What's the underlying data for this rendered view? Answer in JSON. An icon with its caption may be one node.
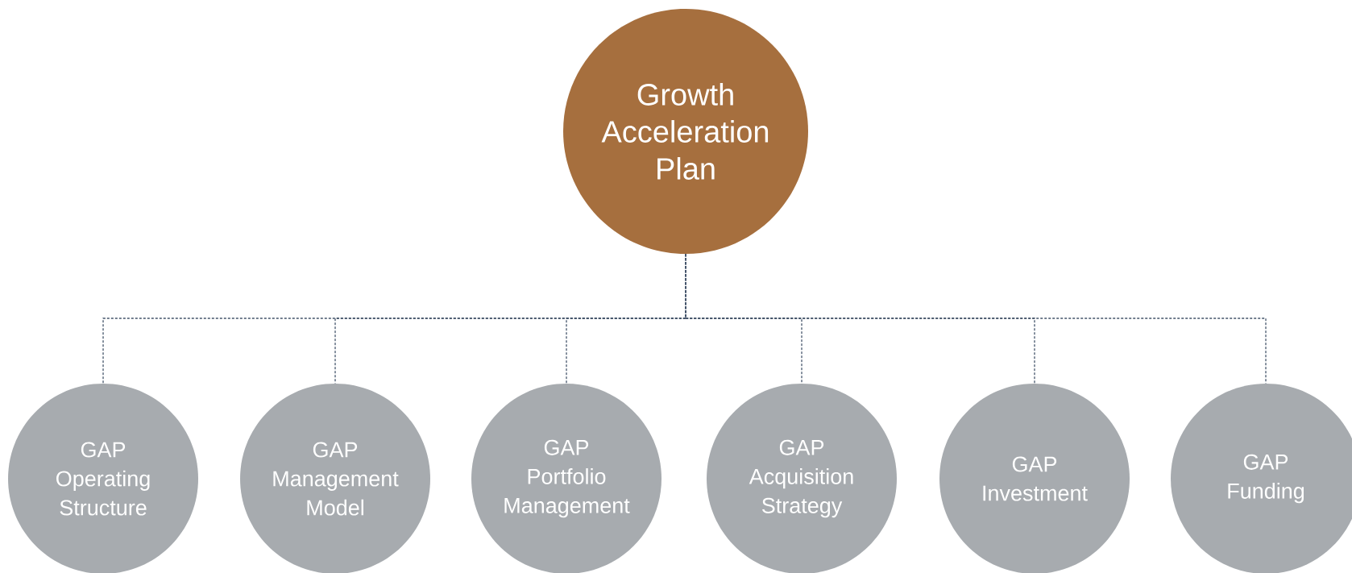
{
  "diagram": {
    "nodes": [
      {
        "text": [
          "Growth Acceleration Plan"
        ]
      },
      {
        "text": [
          "GAP",
          "Operating Structure"
        ]
      },
      {
        "text": [
          "GAP",
          "Management Model"
        ]
      },
      {
        "text": [
          "GAP",
          "Portfolio Management"
        ]
      },
      {
        "text": [
          "GAP",
          "Acquisition Strategy"
        ]
      },
      {
        "text": [
          "GAP",
          "Investment"
        ]
      },
      {
        "text": [
          "GAP",
          "Funding"
        ]
      }
    ],
    "edges": [
      {
        "from": 0,
        "to": 1,
        "arrow": "none",
        "style": "dashed"
      },
      {
        "from": 0,
        "to": 2,
        "arrow": "none",
        "style": "dashed"
      },
      {
        "from": 0,
        "to": 3,
        "arrow": "none",
        "style": "dashed"
      },
      {
        "from": 0,
        "to": 4,
        "arrow": "none",
        "style": "dashed"
      },
      {
        "from": 0,
        "to": 5,
        "arrow": "none",
        "style": "dashed"
      },
      {
        "from": 0,
        "to": 6,
        "arrow": "none",
        "style": "dashed"
      }
    ]
  }
}
